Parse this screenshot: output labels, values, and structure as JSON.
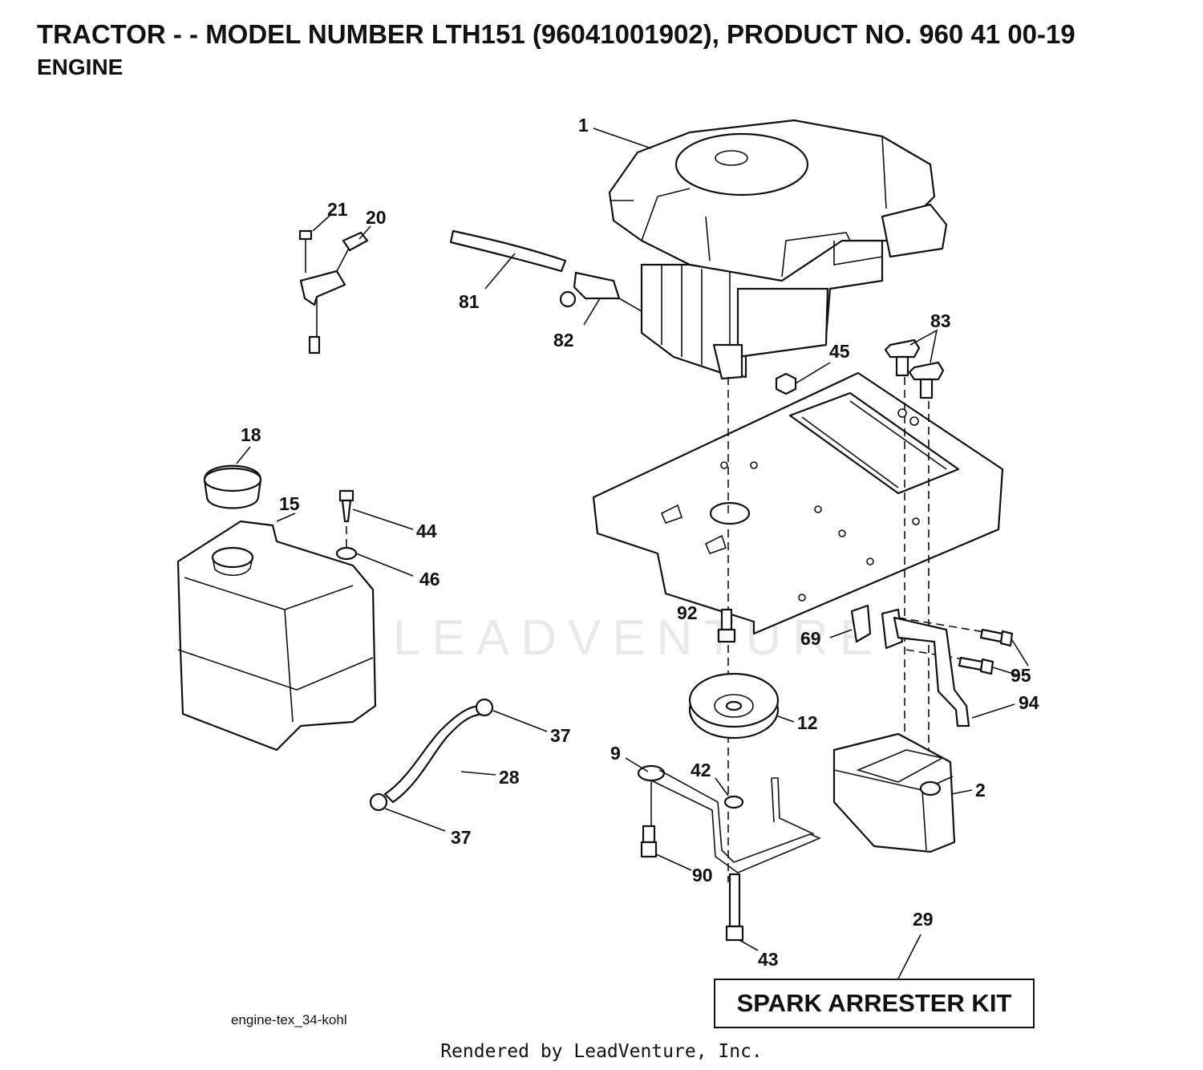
{
  "header": {
    "title": "TRACTOR - - MODEL NUMBER LTH151 (96041001902), PRODUCT NO. 960 41 00-19",
    "subtitle": "ENGINE"
  },
  "watermark": "LEADVENTURE",
  "callouts": [
    "1",
    "21",
    "20",
    "81",
    "82",
    "83",
    "45",
    "18",
    "15",
    "44",
    "46",
    "92",
    "69",
    "95",
    "94",
    "12",
    "37",
    "28",
    "9",
    "42",
    "2",
    "37",
    "90",
    "43",
    "29"
  ],
  "spark_arrester": "SPARK ARRESTER KIT",
  "figure_id": "engine-tex_34-kohl",
  "footer": "Rendered by LeadVenture, Inc."
}
